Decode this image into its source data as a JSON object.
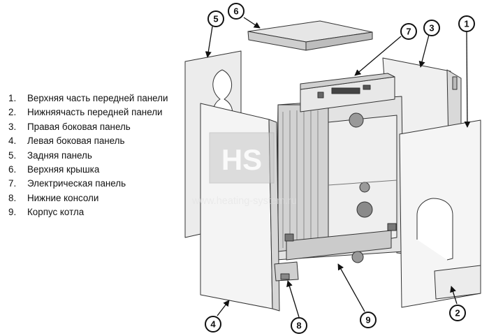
{
  "legend": [
    {
      "num": "1.",
      "label": "Верхняя часть передней панели"
    },
    {
      "num": "2.",
      "label": "Нижняячасть передней панели"
    },
    {
      "num": "3.",
      "label": "Правая боковая панель"
    },
    {
      "num": "4.",
      "label": "Левая боковая панель"
    },
    {
      "num": "5.",
      "label": "Задняя панель"
    },
    {
      "num": "6.",
      "label": "Верхняя крышка"
    },
    {
      "num": "7.",
      "label": "Электрическая панель"
    },
    {
      "num": "8.",
      "label": "Нижние консоли"
    },
    {
      "num": "9.",
      "label": "Корпус котла"
    }
  ],
  "callouts": {
    "c1": "1",
    "c2": "2",
    "c3": "3",
    "c4": "4",
    "c5": "5",
    "c6": "6",
    "c7": "7",
    "c8": "8",
    "c9": "9"
  },
  "watermark": {
    "logo": "HS",
    "url": "www.heating-system.ru"
  }
}
